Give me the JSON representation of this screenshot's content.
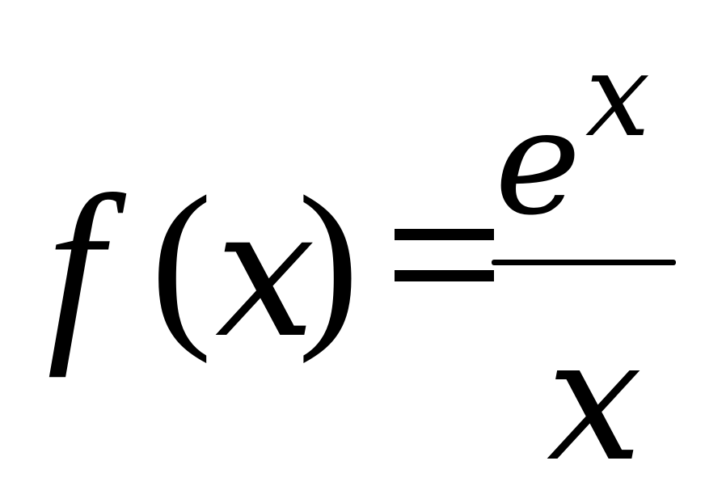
{
  "formula": {
    "function_name": "f",
    "left_paren": "(",
    "argument": "x",
    "right_paren": ")",
    "numerator_base": "e",
    "numerator_exponent": "x",
    "denominator": "x"
  }
}
